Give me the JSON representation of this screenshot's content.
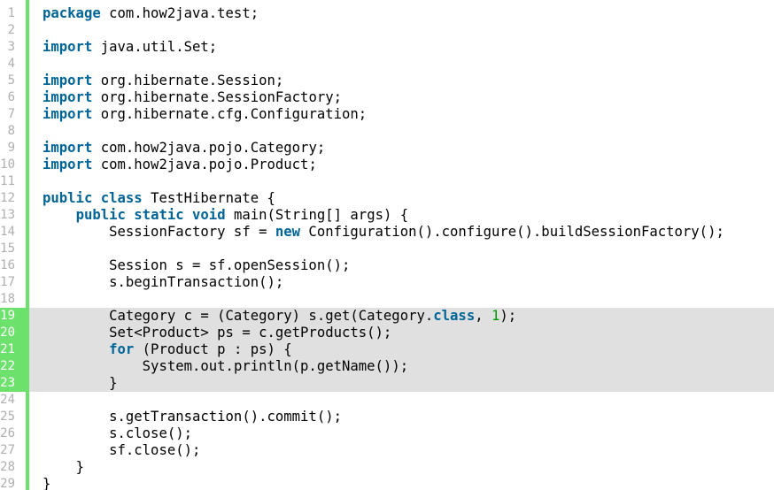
{
  "editor": {
    "colors": {
      "keyword": "#006699",
      "number": "#009900",
      "text": "#000000",
      "gutter_accent": "#6ce26c",
      "highlight_bg": "#e0e0e0",
      "line_number": "#afafaf"
    },
    "highlighted_lines": [
      19,
      20,
      21,
      22,
      23
    ],
    "lines": [
      {
        "n": "1",
        "indent": "",
        "tokens": [
          {
            "t": "package",
            "k": "kw"
          },
          {
            "t": " com.how2java.test;",
            "k": ""
          }
        ]
      },
      {
        "n": "2",
        "indent": "",
        "tokens": []
      },
      {
        "n": "3",
        "indent": "",
        "tokens": [
          {
            "t": "import",
            "k": "kw"
          },
          {
            "t": " java.util.Set;",
            "k": ""
          }
        ]
      },
      {
        "n": "4",
        "indent": "",
        "tokens": []
      },
      {
        "n": "5",
        "indent": "",
        "tokens": [
          {
            "t": "import",
            "k": "kw"
          },
          {
            "t": " org.hibernate.Session;",
            "k": ""
          }
        ]
      },
      {
        "n": "6",
        "indent": "",
        "tokens": [
          {
            "t": "import",
            "k": "kw"
          },
          {
            "t": " org.hibernate.SessionFactory;",
            "k": ""
          }
        ]
      },
      {
        "n": "7",
        "indent": "",
        "tokens": [
          {
            "t": "import",
            "k": "kw"
          },
          {
            "t": " org.hibernate.cfg.Configuration;",
            "k": ""
          }
        ]
      },
      {
        "n": "8",
        "indent": "",
        "tokens": []
      },
      {
        "n": "9",
        "indent": "",
        "tokens": [
          {
            "t": "import",
            "k": "kw"
          },
          {
            "t": " com.how2java.pojo.Category;",
            "k": ""
          }
        ]
      },
      {
        "n": "10",
        "indent": "",
        "tokens": [
          {
            "t": "import",
            "k": "kw"
          },
          {
            "t": " com.how2java.pojo.Product;",
            "k": ""
          }
        ]
      },
      {
        "n": "11",
        "indent": "",
        "tokens": []
      },
      {
        "n": "12",
        "indent": "",
        "tokens": [
          {
            "t": "public",
            "k": "kw"
          },
          {
            "t": " ",
            "k": ""
          },
          {
            "t": "class",
            "k": "kw"
          },
          {
            "t": " TestHibernate {",
            "k": ""
          }
        ]
      },
      {
        "n": "13",
        "indent": "    ",
        "tokens": [
          {
            "t": "public",
            "k": "kw"
          },
          {
            "t": " ",
            "k": ""
          },
          {
            "t": "static",
            "k": "kw"
          },
          {
            "t": " ",
            "k": ""
          },
          {
            "t": "void",
            "k": "kw"
          },
          {
            "t": " main(String[] args) {",
            "k": ""
          }
        ]
      },
      {
        "n": "14",
        "indent": "        ",
        "tokens": [
          {
            "t": "SessionFactory sf = ",
            "k": ""
          },
          {
            "t": "new",
            "k": "kw"
          },
          {
            "t": " Configuration().configure().buildSessionFactory();",
            "k": ""
          }
        ]
      },
      {
        "n": "15",
        "indent": "",
        "tokens": []
      },
      {
        "n": "16",
        "indent": "        ",
        "tokens": [
          {
            "t": "Session s = sf.openSession();",
            "k": ""
          }
        ]
      },
      {
        "n": "17",
        "indent": "        ",
        "tokens": [
          {
            "t": "s.beginTransaction();",
            "k": ""
          }
        ]
      },
      {
        "n": "18",
        "indent": "",
        "tokens": []
      },
      {
        "n": "19",
        "indent": "        ",
        "tokens": [
          {
            "t": "Category c = (Category) s.get(Category.",
            "k": ""
          },
          {
            "t": "class",
            "k": "kw"
          },
          {
            "t": ", ",
            "k": ""
          },
          {
            "t": "1",
            "k": "num"
          },
          {
            "t": ");",
            "k": ""
          }
        ]
      },
      {
        "n": "20",
        "indent": "        ",
        "tokens": [
          {
            "t": "Set<Product> ps = c.getProducts();",
            "k": ""
          }
        ]
      },
      {
        "n": "21",
        "indent": "        ",
        "tokens": [
          {
            "t": "for",
            "k": "kw"
          },
          {
            "t": " (Product p : ps) {",
            "k": ""
          }
        ]
      },
      {
        "n": "22",
        "indent": "            ",
        "tokens": [
          {
            "t": "System.out.println(p.getName());",
            "k": ""
          }
        ]
      },
      {
        "n": "23",
        "indent": "        ",
        "tokens": [
          {
            "t": "}",
            "k": ""
          }
        ]
      },
      {
        "n": "24",
        "indent": "",
        "tokens": []
      },
      {
        "n": "25",
        "indent": "        ",
        "tokens": [
          {
            "t": "s.getTransaction().commit();",
            "k": ""
          }
        ]
      },
      {
        "n": "26",
        "indent": "        ",
        "tokens": [
          {
            "t": "s.close();",
            "k": ""
          }
        ]
      },
      {
        "n": "27",
        "indent": "        ",
        "tokens": [
          {
            "t": "sf.close();",
            "k": ""
          }
        ]
      },
      {
        "n": "28",
        "indent": "    ",
        "tokens": [
          {
            "t": "}",
            "k": ""
          }
        ]
      },
      {
        "n": "29",
        "indent": "",
        "tokens": [
          {
            "t": "}",
            "k": ""
          }
        ]
      }
    ]
  }
}
